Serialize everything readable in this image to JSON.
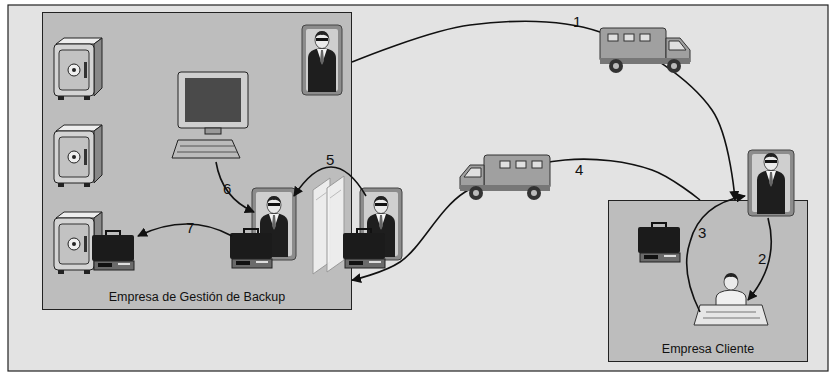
{
  "diagram": {
    "nodes": [
      {
        "text": [
          "Empresa de Gestión de Backup"
        ]
      },
      {
        "text": [
          "Empresa Cliente"
        ]
      }
    ],
    "edges": [
      {
        "from": 0,
        "to": 1,
        "arrow": "to",
        "label": "1"
      },
      {
        "from": 1,
        "to": 0,
        "arrow": "to",
        "label": "4"
      }
    ],
    "labels": [
      "2",
      "3",
      "5",
      "6",
      "7"
    ]
  }
}
